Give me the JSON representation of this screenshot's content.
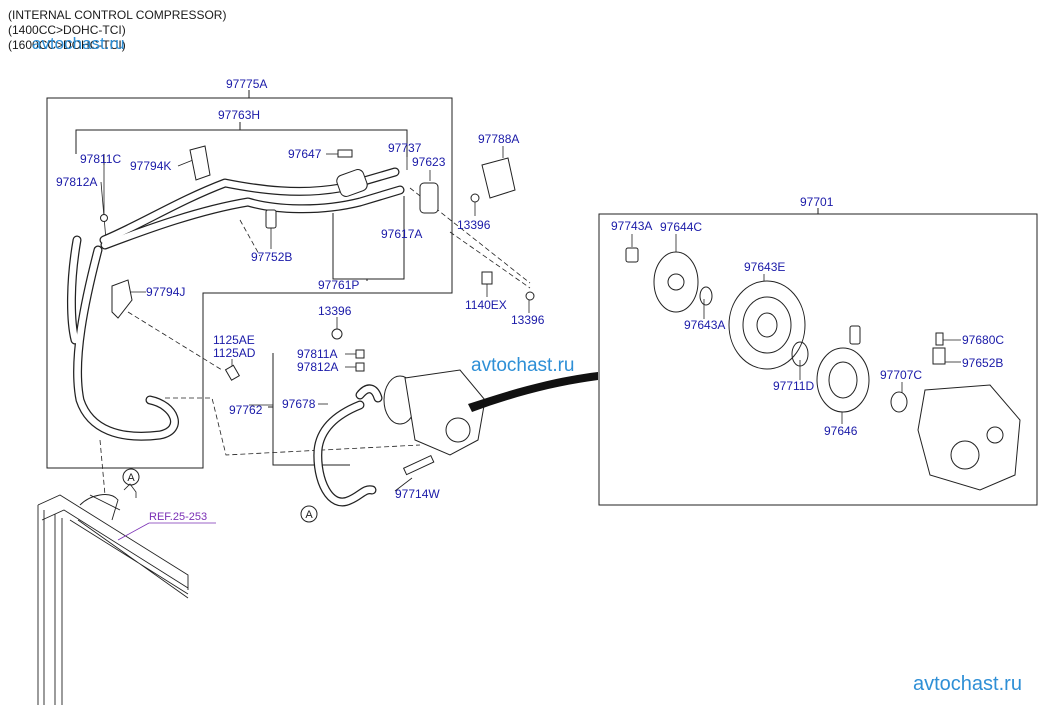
{
  "header": {
    "line1": "(INTERNAL CONTROL COMPRESSOR)",
    "line2": "(1400CC>DOHC-TCI)",
    "line3": "(1600CC>DOHC-TCI)"
  },
  "watermarks": {
    "top_left": "avtochast.ru",
    "center": "avtochast.ru",
    "bottom_right": "avtochast.ru"
  },
  "reference": "REF.25-253",
  "circle_marker": "A",
  "colors": {
    "label": "#1a1aa8",
    "line": "#222222",
    "reference": "#7a2fb5",
    "watermark": "#2e8fd6"
  },
  "labels": {
    "p97775A": "97775A",
    "p97763H": "97763H",
    "p97811C": "97811C",
    "p97794K": "97794K",
    "p97812A_top": "97812A",
    "p97647": "97647",
    "p97737": "97737",
    "p97623": "97623",
    "p97788A": "97788A",
    "p97617A": "97617A",
    "p13396_a": "13396",
    "p97752B": "97752B",
    "p97761P": "97761P",
    "p97794J": "97794J",
    "p1140EX": "1140EX",
    "p13396_b": "13396",
    "p13396_c": "13396",
    "p1125AE": "1125AE",
    "p1125AD": "1125AD",
    "p97811A": "97811A",
    "p97812A_mid": "97812A",
    "p97762": "97762",
    "p97678": "97678",
    "p97714W": "97714W",
    "p97701": "97701",
    "p97743A": "97743A",
    "p97644C": "97644C",
    "p97643E": "97643E",
    "p97643A": "97643A",
    "p97680C": "97680C",
    "p97652B": "97652B",
    "p97711D": "97711D",
    "p97707C": "97707C",
    "p97646": "97646"
  }
}
